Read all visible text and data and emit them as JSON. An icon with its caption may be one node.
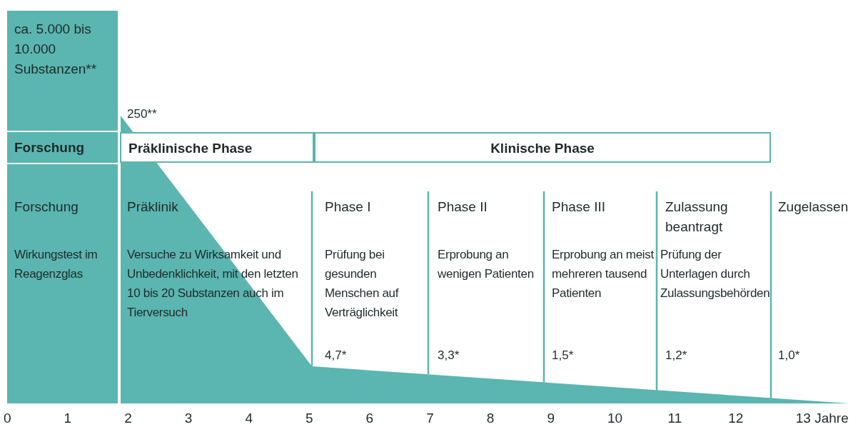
{
  "diagram": {
    "nodes": [
      {
        "text": [
          "ca. 5.000 bis 10.000 Substanzen**"
        ]
      },
      {
        "text": [
          "Forschung"
        ]
      },
      {
        "text": [
          "Präklinische Phase"
        ]
      },
      {
        "text": [
          "Klinische Phase"
        ]
      }
    ],
    "edges": [],
    "labels": [
      "250**",
      "Forschung",
      "Präklinik",
      "Phase I",
      "Phase II",
      "Phase III",
      "Zulassung beantragt",
      "Zugelassen",
      "Wirkungstest im Reagenzglas",
      "Versuche zu Wirksamkeit und Unbedenklichkeit, mit den letzten 10 bis 20 Substanzen auch im Tierversuch",
      "Prüfung bei gesunden Menschen auf Verträglichkeit",
      "Erprobung an wenigen Patienten",
      "Erprobung an meist mehreren tausend Patienten",
      "Prüfung der Unterlagen durch Zulassungsbehörden",
      "4,7*",
      "3,3*",
      "1,5*",
      "1,2*",
      "1,0*",
      "0",
      "1",
      "2",
      "3",
      "4",
      "5",
      "6",
      "7",
      "8",
      "9",
      "10",
      "11",
      "12",
      "13 Jahre"
    ]
  }
}
